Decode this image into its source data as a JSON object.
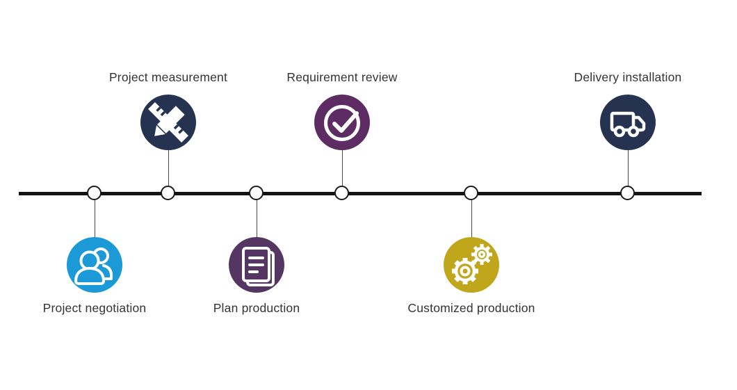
{
  "timeline": {
    "line_color": "#121212",
    "node_fill": "#ffffff",
    "node_border": "#1a1a1a",
    "label_color": "#333333",
    "steps": [
      {
        "label": "Project negotiation",
        "side": "below",
        "icon": "people-icon",
        "color": "#1b9ad7"
      },
      {
        "label": "Project measurement",
        "side": "above",
        "icon": "ruler-pencil-icon",
        "color": "#253350"
      },
      {
        "label": "Plan production",
        "side": "below",
        "icon": "document-icon",
        "color": "#553562"
      },
      {
        "label": "Requirement review",
        "side": "above",
        "icon": "check-circle-icon",
        "color": "#5c2c62"
      },
      {
        "label": "Customized production",
        "side": "below",
        "icon": "gears-icon",
        "color": "#bfa61a"
      },
      {
        "label": "Delivery installation",
        "side": "above",
        "icon": "truck-icon",
        "color": "#253350"
      }
    ]
  }
}
